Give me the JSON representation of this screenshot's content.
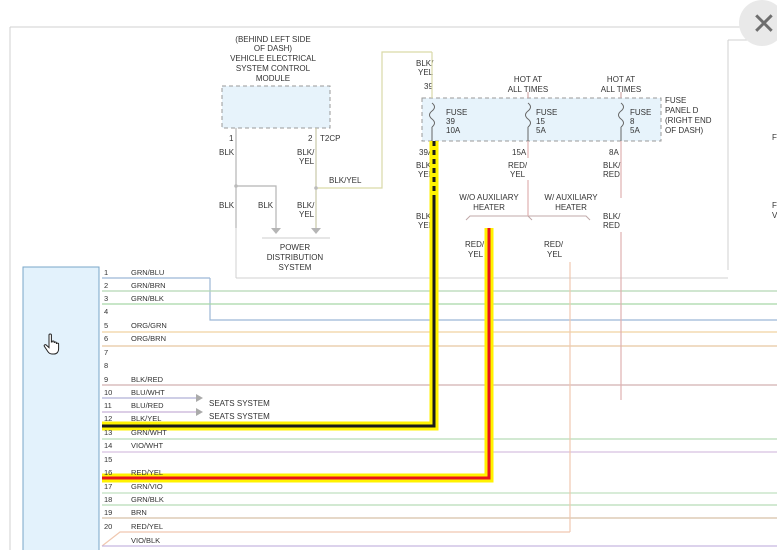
{
  "close_button": {
    "glyph": "✕",
    "icon": "close-icon"
  },
  "cursor": {
    "icon": "hand-pointer-icon"
  },
  "module": {
    "lines": [
      "(BEHIND LEFT SIDE",
      "OF DASH)",
      "VEHICLE ELECTRICAL",
      "SYSTEM CONTROL",
      "MODULE"
    ],
    "pin1": "1",
    "pin2": "2",
    "connector": "T2CP"
  },
  "module_wires": {
    "pin1_color": "BLK",
    "pin2_color": [
      "BLK/",
      "YEL"
    ],
    "run_label": "BLK/YEL",
    "left_lower": "BLK",
    "mid_lower": "BLK",
    "right_lower": [
      "BLK/",
      "YEL"
    ]
  },
  "power_distribution": [
    "POWER",
    "DISTRIBUTION",
    "SYSTEM"
  ],
  "fuse_panel": {
    "hot_at_all_times_1": [
      "HOT AT",
      "ALL TIMES"
    ],
    "hot_at_all_times_2": [
      "HOT AT",
      "ALL TIMES"
    ],
    "panel_label": [
      "FUSE",
      "PANEL D",
      "(RIGHT END",
      "OF DASH)"
    ],
    "top_wire": [
      "BLK/",
      "YEL"
    ],
    "top_pin": "39",
    "fuses": [
      {
        "name": "FUSE",
        "number": "39",
        "rating": "10A"
      },
      {
        "name": "FUSE",
        "number": "15",
        "rating": "5A"
      },
      {
        "name": "FUSE",
        "number": "8",
        "rating": "5A"
      }
    ],
    "out_pins": [
      "39A",
      "15A",
      "8A"
    ],
    "out_wires": [
      [
        "BLK/",
        "YEL"
      ],
      [
        "RED/",
        "YEL"
      ],
      [
        "BLK/",
        "RED"
      ]
    ]
  },
  "lower_labels": {
    "blk_yel": [
      "BLK/",
      "YEL"
    ],
    "wo_aux": [
      "W/O AUXILIARY",
      "HEATER"
    ],
    "w_aux": [
      "W/ AUXILIARY",
      "HEATER"
    ],
    "blk_red": [
      "BLK/",
      "RED"
    ],
    "red_yel_1": [
      "RED/",
      "YEL"
    ],
    "red_yel_2": [
      "RED/",
      "YEL"
    ]
  },
  "right_edge": {
    "char_1": "F",
    "char_2": "F",
    "char_3": "V"
  },
  "connector_pins": [
    {
      "num": "1",
      "label": "GRN/BLU"
    },
    {
      "num": "2",
      "label": "GRN/BRN"
    },
    {
      "num": "3",
      "label": "GRN/BLK"
    },
    {
      "num": "4",
      "label": ""
    },
    {
      "num": "5",
      "label": "ORG/GRN"
    },
    {
      "num": "6",
      "label": "ORG/BRN"
    },
    {
      "num": "7",
      "label": ""
    },
    {
      "num": "8",
      "label": ""
    },
    {
      "num": "9",
      "label": "BLK/RED"
    },
    {
      "num": "10",
      "label": "BLU/WHT"
    },
    {
      "num": "11",
      "label": "BLU/RED"
    },
    {
      "num": "12",
      "label": "BLK/YEL"
    },
    {
      "num": "13",
      "label": "GRN/WHT"
    },
    {
      "num": "14",
      "label": "VIO/WHT"
    },
    {
      "num": "15",
      "label": ""
    },
    {
      "num": "16",
      "label": "RED/YEL"
    },
    {
      "num": "17",
      "label": "GRN/VIO"
    },
    {
      "num": "18",
      "label": "GRN/BLK"
    },
    {
      "num": "19",
      "label": "BRN"
    },
    {
      "num": "20",
      "label": "RED/YEL"
    },
    {
      "num": "",
      "label": "VIO/BLK"
    }
  ],
  "seats": [
    "SEATS SYSTEM",
    "SEATS SYSTEM"
  ],
  "colors": {
    "highlight_yellow": "#fff200",
    "black_wire": "#1a1a1a",
    "red_wire": "#e8141b",
    "connector_fill": "#e3f2fc",
    "connector_stroke": "#7aa7c8"
  }
}
